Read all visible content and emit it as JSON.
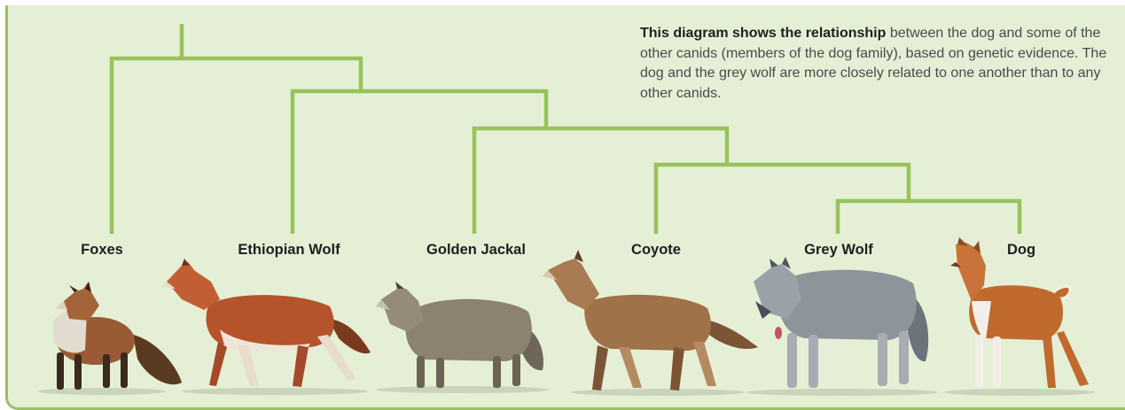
{
  "caption": {
    "lead": "This diagram shows the relationship",
    "body": " between the dog and some of the other canids (members of the dog family), based on genetic evidence. The dog and the grey wolf are more closely related to one another than to any other canids."
  },
  "taxa": [
    {
      "label": "Foxes"
    },
    {
      "label": "Ethiopian Wolf"
    },
    {
      "label": "Golden Jackal"
    },
    {
      "label": "Coyote"
    },
    {
      "label": "Grey Wolf"
    },
    {
      "label": "Dog"
    }
  ],
  "colors": {
    "branch": "#97c35a",
    "background": "#e5efd6",
    "fox": "#9a5a34",
    "ethiopian_wolf": "#b5532b",
    "golden_jackal": "#8b8272",
    "coyote": "#a0724a",
    "grey_wolf": "#8d949a",
    "dog": "#c06a2f"
  },
  "icons": [
    "fox-illustration",
    "ethiopian-wolf-illustration",
    "golden-jackal-illustration",
    "coyote-illustration",
    "grey-wolf-illustration",
    "dog-illustration"
  ]
}
